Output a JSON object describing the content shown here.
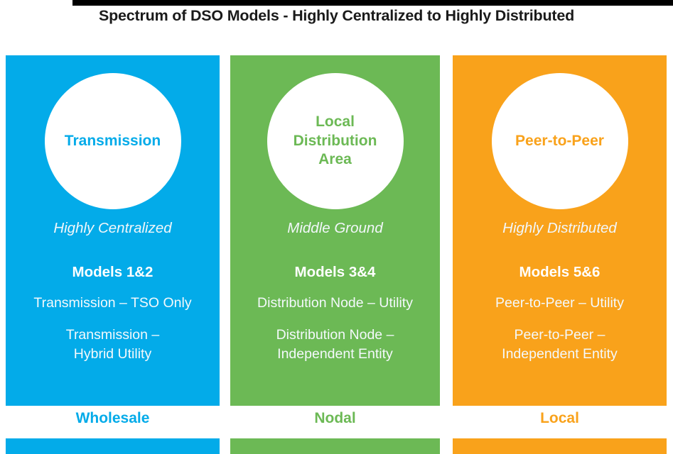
{
  "page": {
    "title": "Spectrum of DSO Models - Highly Centralized to Highly Distributed"
  },
  "colors": {
    "blue": "#03ABE9",
    "green": "#6CB955",
    "orange": "#F9A21B",
    "black": "#000000",
    "white": "#FFFFFF",
    "title_text": "#1A1A1A"
  },
  "columns": [
    {
      "key": "wholesale",
      "color": "#03ABE9",
      "circle_label": "Transmission",
      "subtitle": "Highly Centralized",
      "models_heading": "Models 1&2",
      "items": [
        "Transmission – TSO Only",
        "Transmission –\nHybrid Utility"
      ],
      "item_0": "Transmission – TSO Only",
      "item_1_line_1": "Transmission –",
      "item_1_line_2": "Hybrid Utility",
      "caption": "Wholesale"
    },
    {
      "key": "nodal",
      "color": "#6CB955",
      "circle_label": "Local Distribution Area",
      "circle_line_1": "Local",
      "circle_line_2": "Distribution",
      "circle_line_3": "Area",
      "subtitle": "Middle Ground",
      "models_heading": "Models 3&4",
      "items": [
        "Distribution Node – Utility",
        "Distribution Node –\nIndependent Entity"
      ],
      "item_0": "Distribution Node – Utility",
      "item_1_line_1": "Distribution Node –",
      "item_1_line_2": "Independent Entity",
      "caption": "Nodal"
    },
    {
      "key": "local",
      "color": "#F9A21B",
      "circle_label": "Peer-to-Peer",
      "subtitle": "Highly Distributed",
      "models_heading": "Models 5&6",
      "items": [
        "Peer-to-Peer – Utility",
        "Peer-to-Peer –\nIndependent Entity"
      ],
      "item_0": "Peer-to-Peer – Utility",
      "item_1_line_1": "Peer-to-Peer –",
      "item_1_line_2": "Independent Entity",
      "caption": "Local"
    }
  ]
}
